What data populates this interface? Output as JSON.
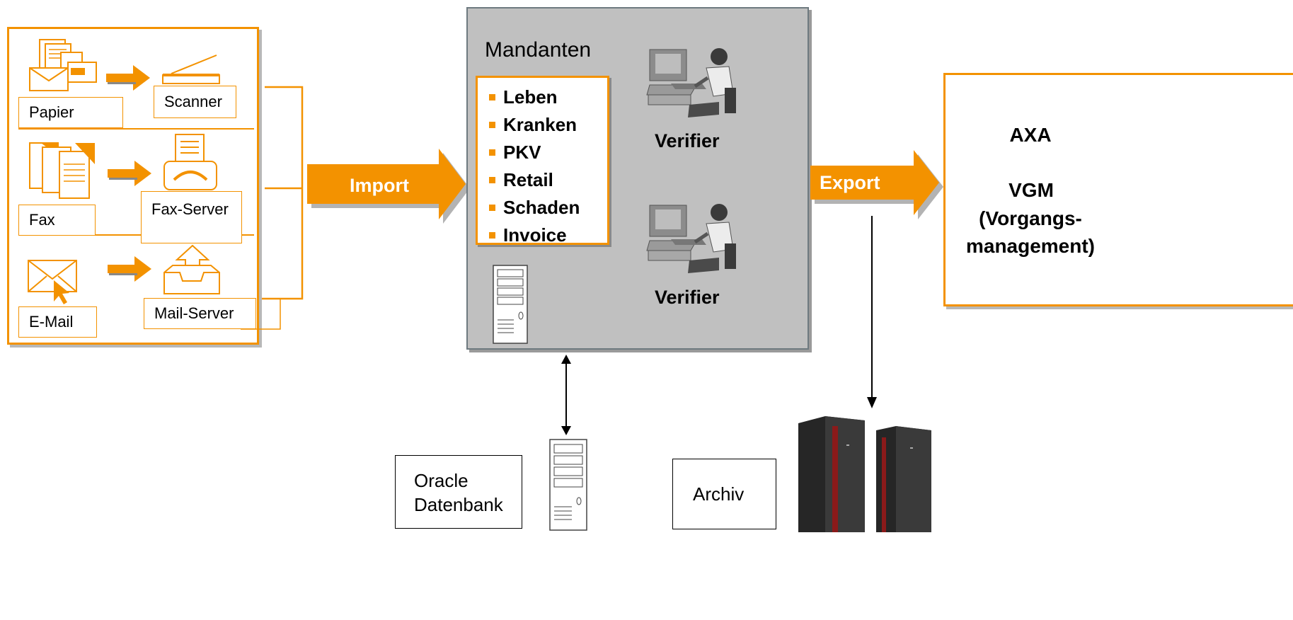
{
  "inputs": {
    "papier": "Papier",
    "scanner": "Scanner",
    "fax": "Fax",
    "fax_server": "Fax-Server",
    "email": "E-Mail",
    "mail_server": "Mail-Server"
  },
  "import_label": "Import",
  "center": {
    "title": "Mandanten",
    "mandanten": [
      "Leben",
      "Kranken",
      "PKV",
      "Retail",
      "Schaden",
      "Invoice"
    ],
    "verifier_top": "Verifier",
    "verifier_bottom": "Verifier"
  },
  "export_label": "Export",
  "target": {
    "line1": "AXA",
    "line2": "VGM",
    "line3": "(Vorgangs-",
    "line4": "management)"
  },
  "database": {
    "line1": "Oracle",
    "line2": "Datenbank"
  },
  "archive": "Archiv",
  "colors": {
    "accent": "#f39200",
    "panel": "#c0c0c0",
    "panel_border": "#6e7a80",
    "shadow": "#b8b8b8"
  }
}
